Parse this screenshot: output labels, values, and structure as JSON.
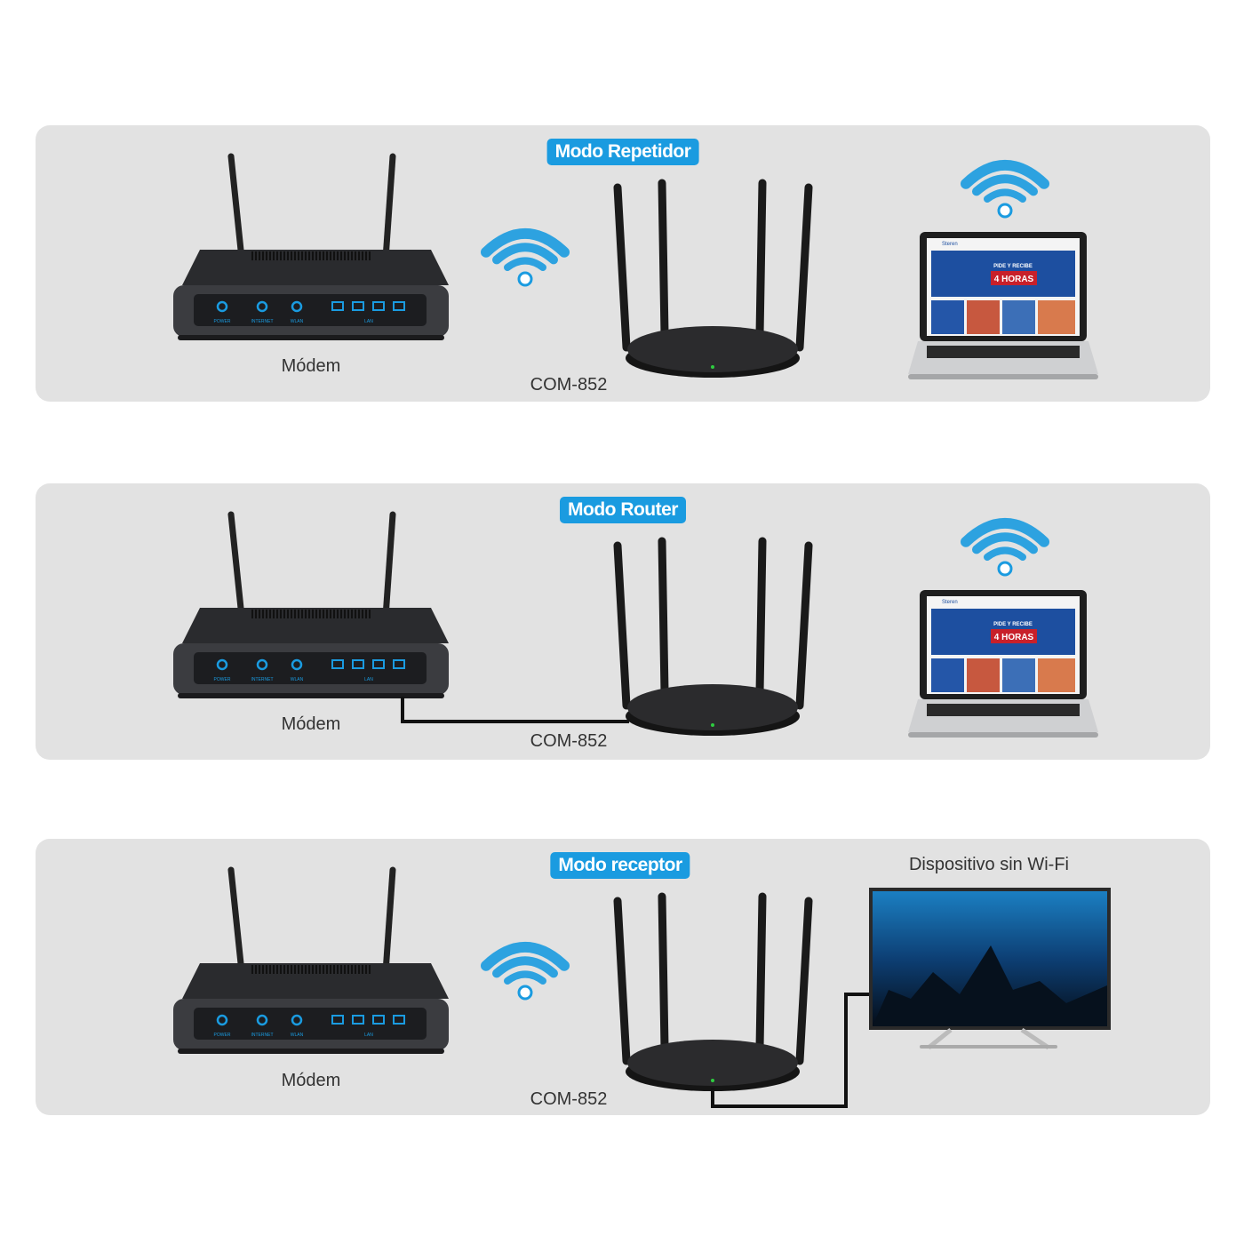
{
  "colors": {
    "accent": "#1a9be0",
    "panel": "#e2e2e2",
    "wifi": "#1a9be0"
  },
  "panels": [
    {
      "mode": "Modo Repetidor",
      "modem_label": "Módem",
      "device_label": "COM-852",
      "link": "wifi",
      "client": "laptop"
    },
    {
      "mode": "Modo Router",
      "modem_label": "Módem",
      "device_label": "COM-852",
      "link": "cable",
      "client": "laptop"
    },
    {
      "mode": "Modo receptor",
      "modem_label": "Módem",
      "device_label": "COM-852",
      "link": "wifi",
      "client": "tv",
      "client_label": "Dispositivo sin Wi-Fi"
    }
  ],
  "modem_panel_labels": [
    "POWER",
    "INTERNET",
    "WLAN",
    "LAN"
  ],
  "laptop_screen": {
    "brand": "Steren",
    "promo_top": "PIDE Y RECIBE",
    "promo_main": "4 HORAS"
  }
}
